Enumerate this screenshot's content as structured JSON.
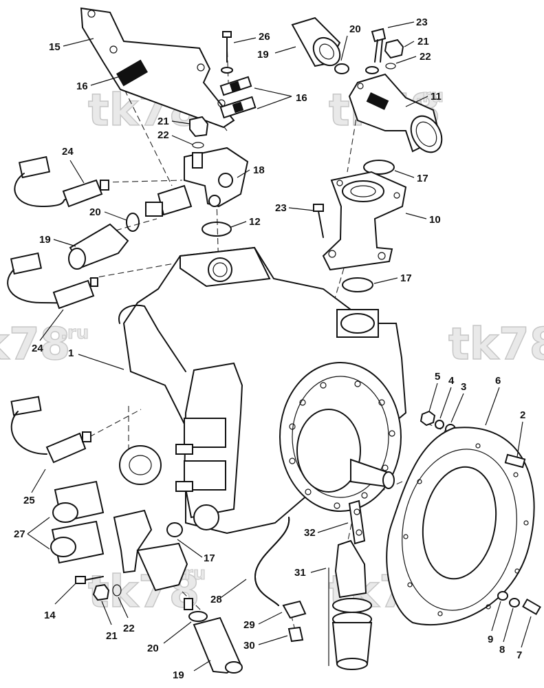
{
  "watermark": {
    "main": "tk78",
    "suffix": ".ru"
  },
  "callouts": [
    {
      "id": "c15",
      "label": "15"
    },
    {
      "id": "c16a",
      "label": "16"
    },
    {
      "id": "c16b",
      "label": "16"
    },
    {
      "id": "c26",
      "label": "26"
    },
    {
      "id": "c20a",
      "label": "20"
    },
    {
      "id": "c23a",
      "label": "23"
    },
    {
      "id": "c21a",
      "label": "21"
    },
    {
      "id": "c22a",
      "label": "22"
    },
    {
      "id": "c19a",
      "label": "19"
    },
    {
      "id": "c11",
      "label": "11"
    },
    {
      "id": "c21b",
      "label": "21"
    },
    {
      "id": "c22b",
      "label": "22"
    },
    {
      "id": "c24a",
      "label": "24"
    },
    {
      "id": "c18",
      "label": "18"
    },
    {
      "id": "c17a",
      "label": "17"
    },
    {
      "id": "c20b",
      "label": "20"
    },
    {
      "id": "c19b",
      "label": "19"
    },
    {
      "id": "c12",
      "label": "12"
    },
    {
      "id": "c23b",
      "label": "23"
    },
    {
      "id": "c10",
      "label": "10"
    },
    {
      "id": "c17b",
      "label": "17"
    },
    {
      "id": "c24b",
      "label": "24"
    },
    {
      "id": "c1",
      "label": "1"
    },
    {
      "id": "c5",
      "label": "5"
    },
    {
      "id": "c4",
      "label": "4"
    },
    {
      "id": "c3",
      "label": "3"
    },
    {
      "id": "c6",
      "label": "6"
    },
    {
      "id": "c2",
      "label": "2"
    },
    {
      "id": "c25",
      "label": "25"
    },
    {
      "id": "c27",
      "label": "27"
    },
    {
      "id": "c17c",
      "label": "17"
    },
    {
      "id": "c32",
      "label": "32"
    },
    {
      "id": "c31",
      "label": "31"
    },
    {
      "id": "c14",
      "label": "14"
    },
    {
      "id": "c21c",
      "label": "21"
    },
    {
      "id": "c22c",
      "label": "22"
    },
    {
      "id": "c28",
      "label": "28"
    },
    {
      "id": "c29",
      "label": "29"
    },
    {
      "id": "c30",
      "label": "30"
    },
    {
      "id": "c20c",
      "label": "20"
    },
    {
      "id": "c19c",
      "label": "19"
    },
    {
      "id": "c9",
      "label": "9"
    },
    {
      "id": "c8",
      "label": "8"
    },
    {
      "id": "c7",
      "label": "7"
    }
  ]
}
